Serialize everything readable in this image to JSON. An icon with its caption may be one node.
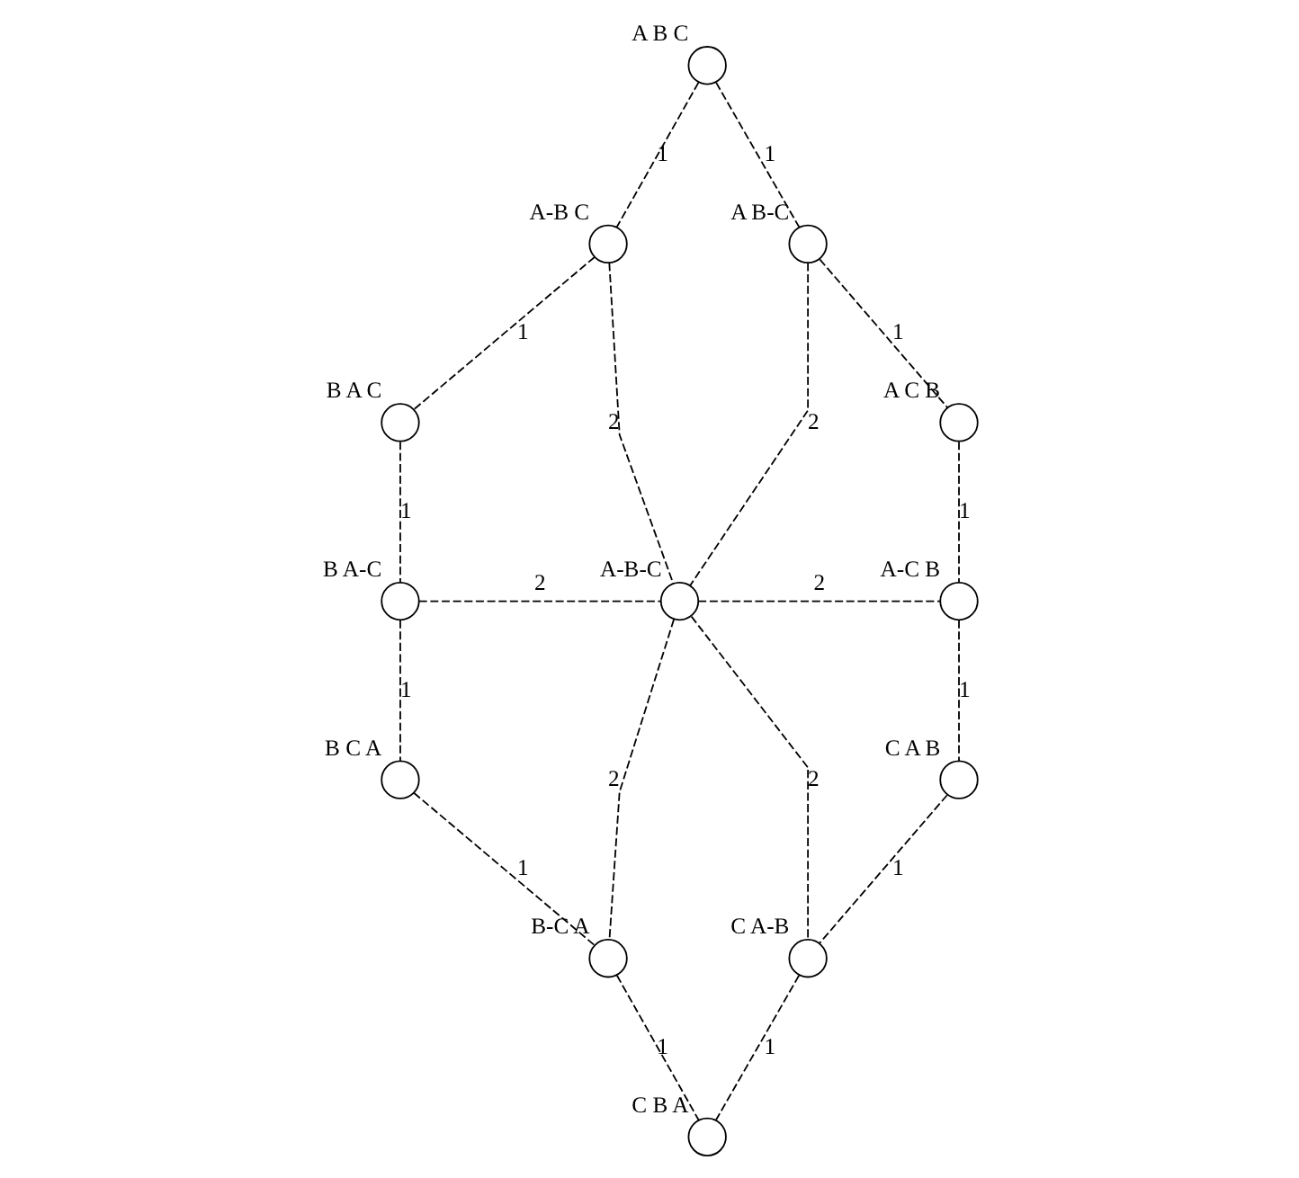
{
  "diagram": {
    "nodes": [
      {
        "text": [],
        "shape": "circle",
        "beside": [
          "A B C"
        ]
      },
      {
        "text": [],
        "shape": "circle",
        "beside": [
          "A-B C"
        ]
      },
      {
        "text": [],
        "shape": "circle",
        "beside": [
          "A B-C"
        ]
      },
      {
        "text": [],
        "shape": "circle",
        "beside": [
          "B A C"
        ]
      },
      {
        "text": [],
        "shape": "circle",
        "beside": [
          "A C B"
        ]
      },
      {
        "text": [],
        "shape": "circle",
        "beside": [
          "B A-C"
        ]
      },
      {
        "text": [],
        "shape": "circle",
        "beside": [
          "A-B-C"
        ]
      },
      {
        "text": [],
        "shape": "circle",
        "beside": [
          "A-C B"
        ]
      },
      {
        "text": [],
        "shape": "circle",
        "beside": [
          "B C A"
        ]
      },
      {
        "text": [],
        "shape": "circle",
        "beside": [
          "C A B"
        ]
      },
      {
        "text": [],
        "shape": "circle",
        "beside": [
          "B-C A"
        ]
      },
      {
        "text": [],
        "shape": "circle",
        "beside": [
          "C A-B"
        ]
      },
      {
        "text": [],
        "shape": "circle",
        "beside": [
          "C B A"
        ]
      }
    ],
    "edges": [
      {
        "from": 0,
        "to": 1,
        "arrow": "none",
        "label": "1",
        "style": "dashed"
      },
      {
        "from": 0,
        "to": 2,
        "arrow": "none",
        "label": "1",
        "style": "dashed"
      },
      {
        "from": 1,
        "to": 3,
        "arrow": "none",
        "label": "1",
        "style": "dashed"
      },
      {
        "from": 2,
        "to": 4,
        "arrow": "none",
        "label": "1",
        "style": "dashed"
      },
      {
        "from": 1,
        "to": 6,
        "arrow": "none",
        "label": "2",
        "style": "dashed"
      },
      {
        "from": 2,
        "to": 6,
        "arrow": "none",
        "label": "2",
        "style": "dashed"
      },
      {
        "from": 3,
        "to": 5,
        "arrow": "none",
        "label": "1",
        "style": "dashed"
      },
      {
        "from": 4,
        "to": 7,
        "arrow": "none",
        "label": "1",
        "style": "dashed"
      },
      {
        "from": 5,
        "to": 6,
        "arrow": "none",
        "label": "2",
        "style": "dashed"
      },
      {
        "from": 6,
        "to": 7,
        "arrow": "none",
        "label": "2",
        "style": "dashed"
      },
      {
        "from": 5,
        "to": 8,
        "arrow": "none",
        "label": "1",
        "style": "dashed"
      },
      {
        "from": 7,
        "to": 9,
        "arrow": "none",
        "label": "1",
        "style": "dashed"
      },
      {
        "from": 6,
        "to": 10,
        "arrow": "none",
        "label": "2",
        "style": "dashed"
      },
      {
        "from": 6,
        "to": 11,
        "arrow": "none",
        "label": "2",
        "style": "dashed"
      },
      {
        "from": 8,
        "to": 10,
        "arrow": "none",
        "label": "1",
        "style": "dashed"
      },
      {
        "from": 9,
        "to": 11,
        "arrow": "none",
        "label": "1",
        "style": "dashed"
      },
      {
        "from": 10,
        "to": 12,
        "arrow": "none",
        "label": "1",
        "style": "dashed"
      },
      {
        "from": 11,
        "to": 12,
        "arrow": "none",
        "label": "1",
        "style": "dashed"
      }
    ]
  }
}
